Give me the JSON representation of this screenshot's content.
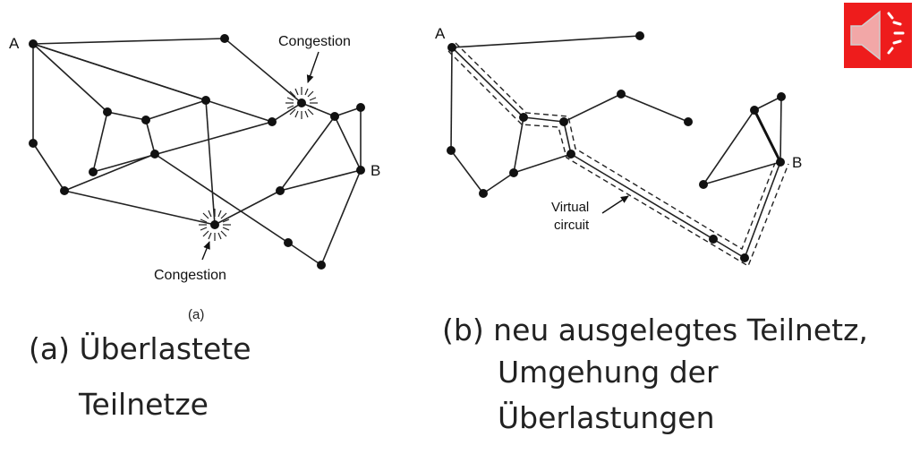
{
  "diagram_a": {
    "node_label_a": "A",
    "node_label_b": "B",
    "congestion_label_1": "Congestion",
    "congestion_label_2": "Congestion",
    "subfigure_label": "(a)"
  },
  "diagram_b": {
    "node_label_a": "A",
    "node_label_b": "B",
    "virtual_circuit_line1": "Virtual",
    "virtual_circuit_line2": "circuit"
  },
  "captions": {
    "a_line1": "(a)  Überlastete",
    "a_line2": "Teilnetze",
    "b_line1": "(b) neu ausgelegtes Teilnetz,",
    "b_line2": "Umgehung der",
    "b_line3": "Überlastungen"
  },
  "audio_button": {
    "icon": "speaker-icon",
    "color": "#ee1c1c"
  }
}
